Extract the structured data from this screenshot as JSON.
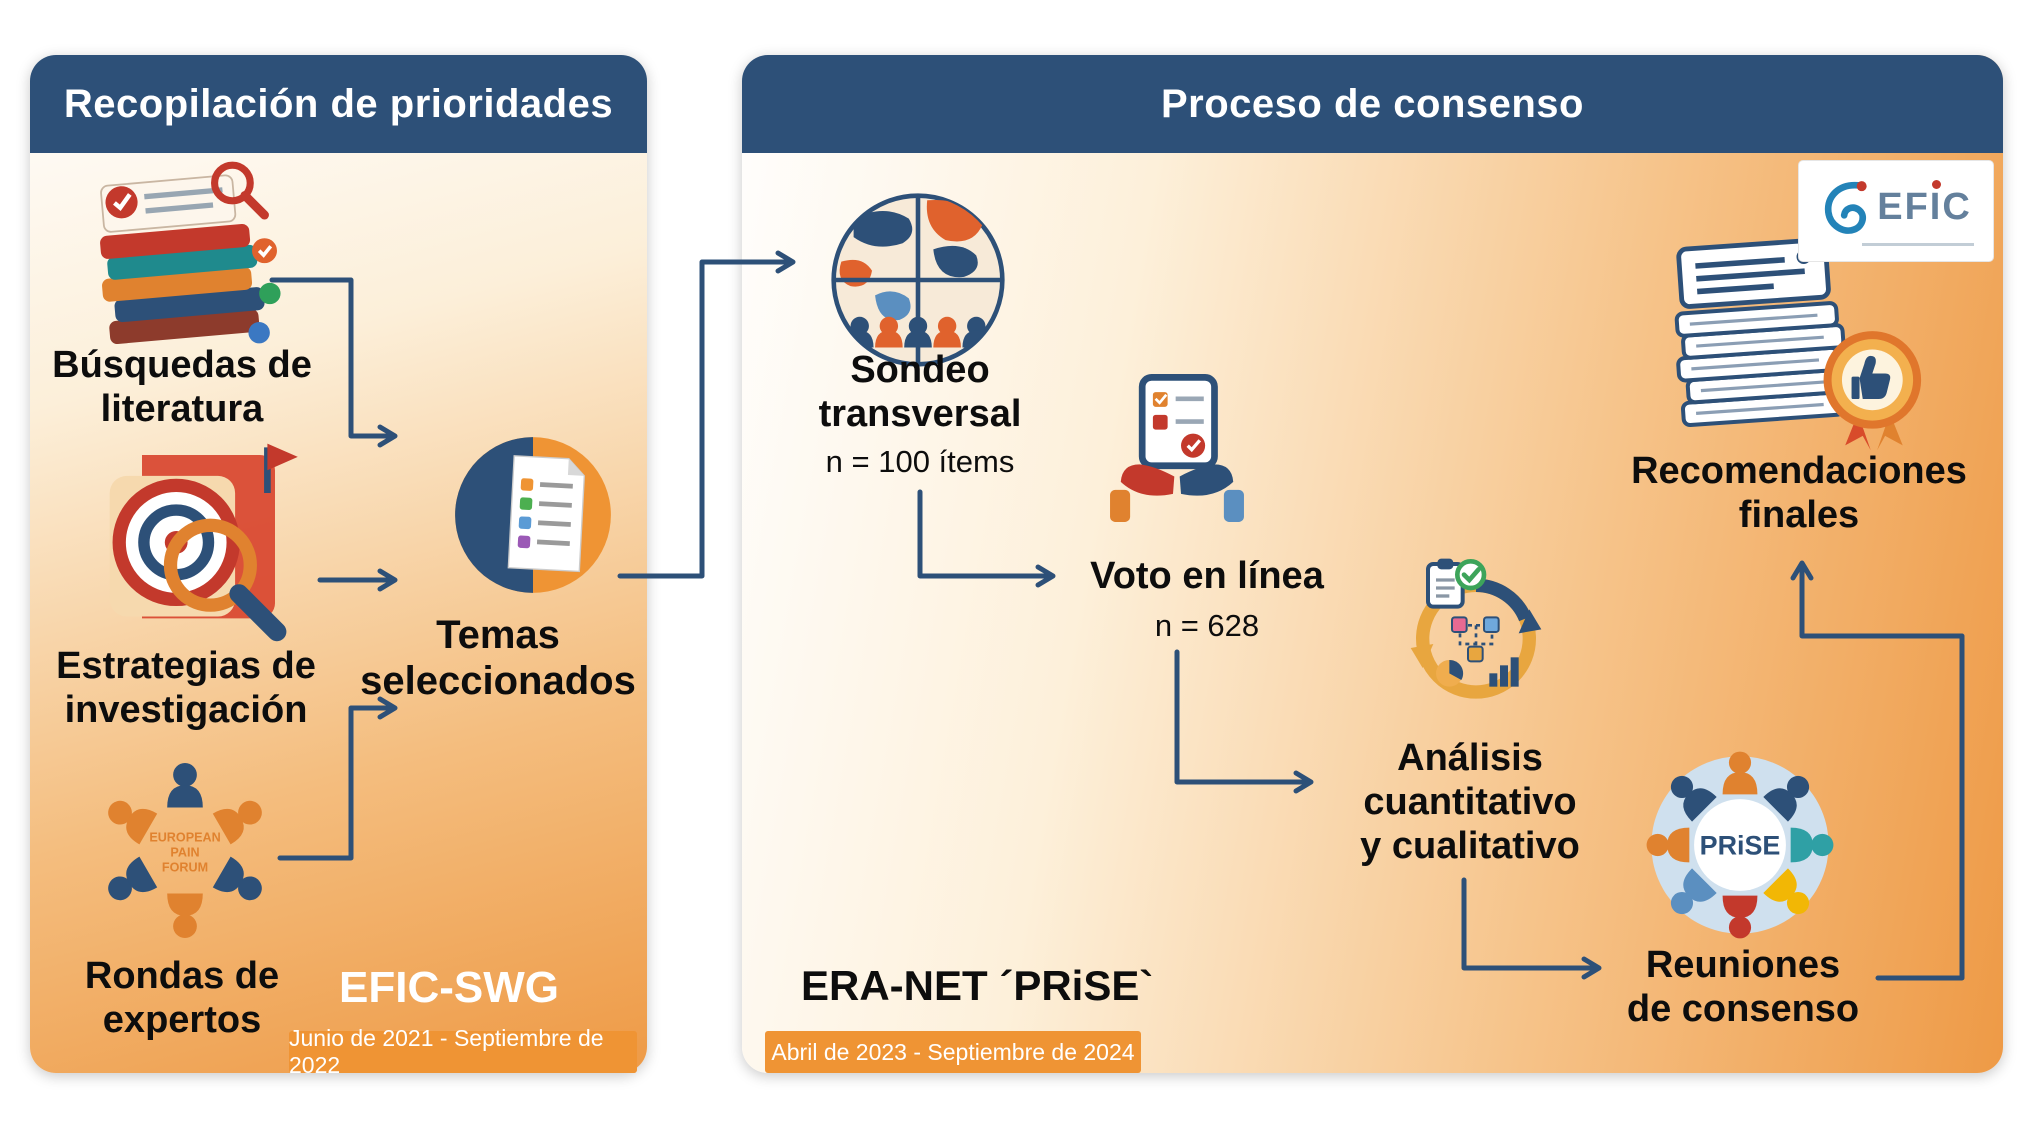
{
  "left_panel": {
    "header": "Recopilación de prioridades",
    "sources": [
      {
        "label": "Búsquedas de\nliteratura"
      },
      {
        "label": "Estrategias de\ninvestigación"
      },
      {
        "label": "Rondas de\nexpertos"
      }
    ],
    "result_label": "Temas\nseleccionados",
    "org": "EFIC-SWG",
    "badge": "Junio de 2021 - Septiembre de 2022"
  },
  "right_panel": {
    "header": "Proceso de consenso",
    "steps": [
      {
        "label": "Sondeo\ntransversal",
        "sub": "n = 100 ítems"
      },
      {
        "label": "Voto en línea",
        "sub": "n = 628"
      },
      {
        "label": "Análisis\ncuantitativo\ny cualitativo"
      },
      {
        "label": "Reuniones\nde consenso"
      },
      {
        "label": "Recomendaciones\nfinales"
      }
    ],
    "org": "ERA-NET ´PRiSE`",
    "badge": "Abril de 2023 - Septiembre de 2024"
  },
  "logos": {
    "efic": "EFIC",
    "prise": "PRiSE",
    "forum": [
      "EUROPEAN",
      "PAIN",
      "FORUM"
    ]
  },
  "colors": {
    "header_blue": "#2d5078",
    "accent_orange": "#ef9434",
    "arrow": "#2d5078"
  }
}
